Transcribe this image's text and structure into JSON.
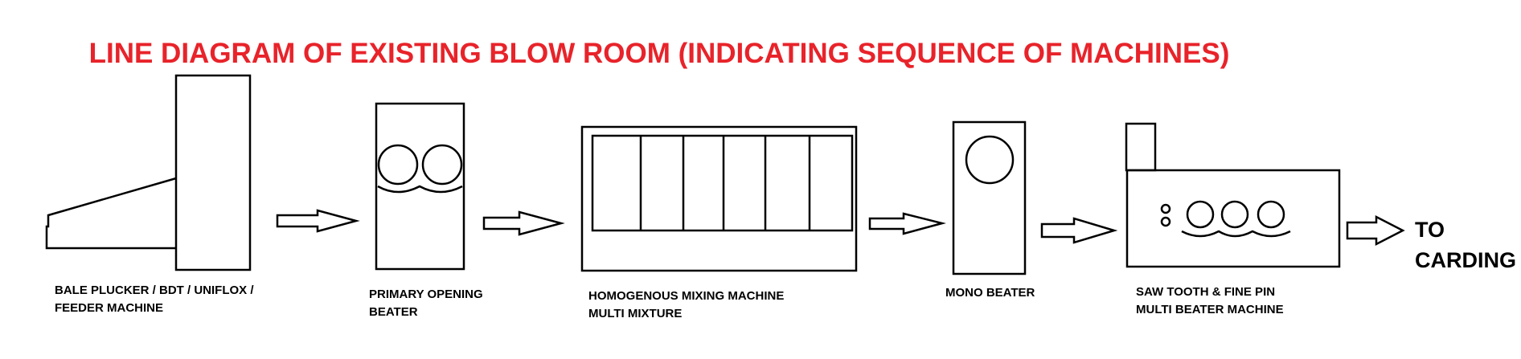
{
  "title": "LINE DIAGRAM OF EXISTING BLOW ROOM (INDICATING SEQUENCE OF MACHINES)",
  "colors": {
    "title": "#e8232a",
    "ink": "#000000",
    "background": "#ffffff"
  },
  "machines": [
    {
      "name": "bale-plucker",
      "label_lines": [
        "BALE PLUCKER / BDT / UNIFLOX /",
        "FEEDER MACHINE"
      ]
    },
    {
      "name": "primary-opening-beater",
      "label_lines": [
        "PRIMARY OPENING",
        "BEATER"
      ]
    },
    {
      "name": "homogenous-mixing-machine",
      "label_lines": [
        "HOMOGENOUS MIXING MACHINE",
        "MULTI MIXTURE"
      ]
    },
    {
      "name": "mono-beater",
      "label_lines": [
        "MONO BEATER"
      ]
    },
    {
      "name": "multi-beater-machine",
      "label_lines": [
        "SAW TOOTH & FINE PIN",
        "MULTI BEATER MACHINE"
      ]
    }
  ],
  "destination": {
    "label_lines": [
      "TO",
      "CARDING"
    ]
  }
}
